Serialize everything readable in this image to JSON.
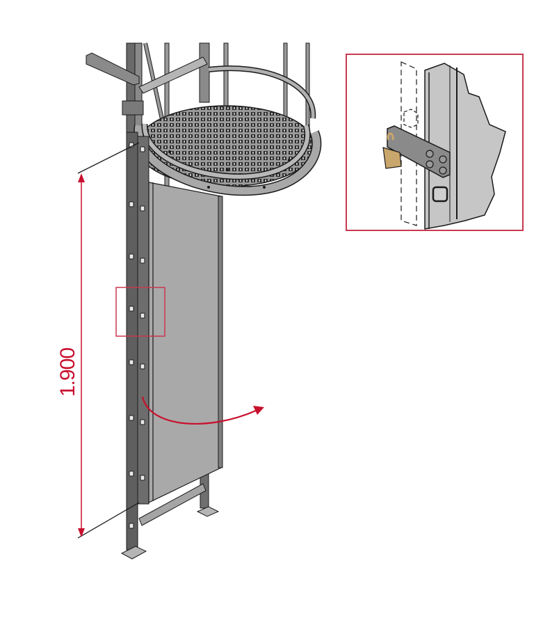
{
  "diagram": {
    "subject": "caged ladder with rest platform and hinged anti-climb door",
    "dimension": {
      "value": "1.900",
      "color": "#c8102e",
      "orientation": "vertical"
    },
    "highlight_box": {
      "color": "#c8394f",
      "refers_to": "padlock-hasp-detail"
    },
    "swing_arrow": {
      "color": "#c8102e",
      "meaning": "door-opening-direction"
    },
    "inset": {
      "border_color": "#c8394f",
      "content": "padlock hasp detail"
    },
    "colors": {
      "steel_dark": "#5c5c5c",
      "steel_mid": "#8a8a8a",
      "panel": "#a9a9a9",
      "padlock": "#c9a66b",
      "outline": "#1a1a1a"
    }
  }
}
